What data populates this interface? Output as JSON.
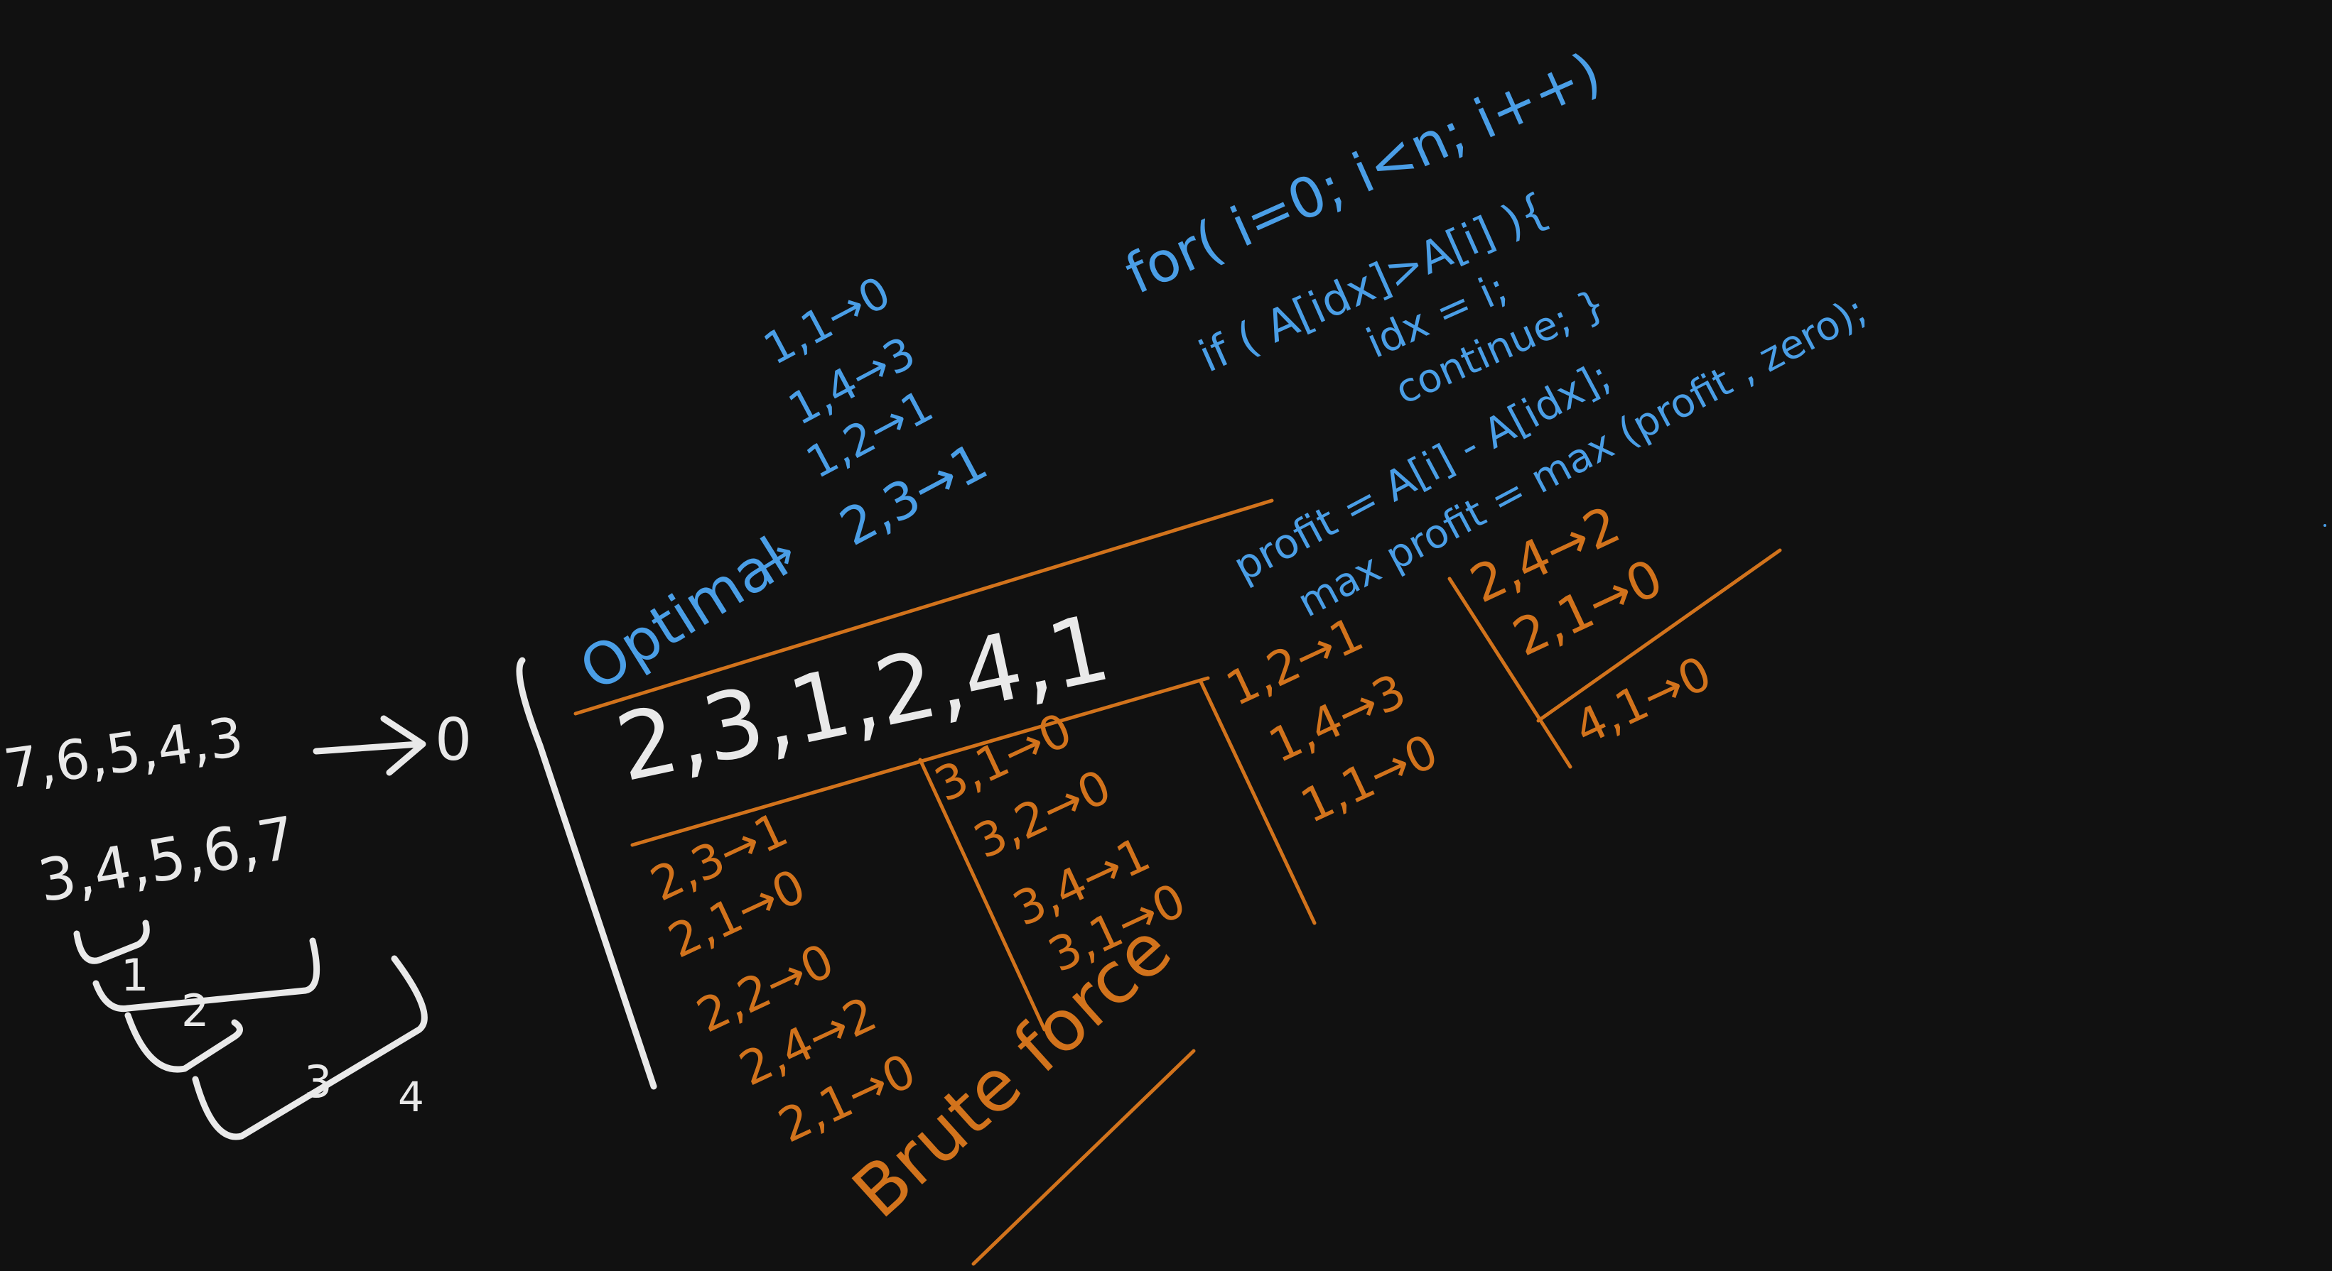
{
  "colors": {
    "background": "#111111",
    "white": "#e9e9e9",
    "orange": "#d2731c",
    "blue": "#4a9ee6"
  },
  "white": {
    "seq1": "7,6,5,4,3",
    "seq1_result": "0",
    "seq2": "3,4,5,6,7",
    "brace1": "1",
    "brace2": "2",
    "brace3": "3",
    "brace_end": "4",
    "array": "2,3,1,2,4,1"
  },
  "blue": {
    "optimal_label": "Optimal",
    "opt_pairs": [
      "1,1→0",
      "1,4→3",
      "1,2→1",
      "2,3→1"
    ],
    "code_lines": [
      "for( i=0; i<n; i++)",
      "if ( A[idx]>A[i] ){",
      "idx = i;",
      "continue; }",
      "profit = A[i] - A[idx];",
      "max profit = max (profit , zero);"
    ]
  },
  "orange": {
    "col1": [
      "2,3→1",
      "2,1→0",
      "2,2→0",
      "2,4→2",
      "2,1→0"
    ],
    "col2": [
      "3,1→0",
      "3,2→0",
      "3,4→1",
      "3,1→0"
    ],
    "col3": [
      "1,2→1",
      "1,4→3",
      "1,1→0"
    ],
    "col4": [
      "2,4→2",
      "2,1→0"
    ],
    "col5": [
      "4,1→0"
    ],
    "brute_force_label": "Brute force"
  }
}
